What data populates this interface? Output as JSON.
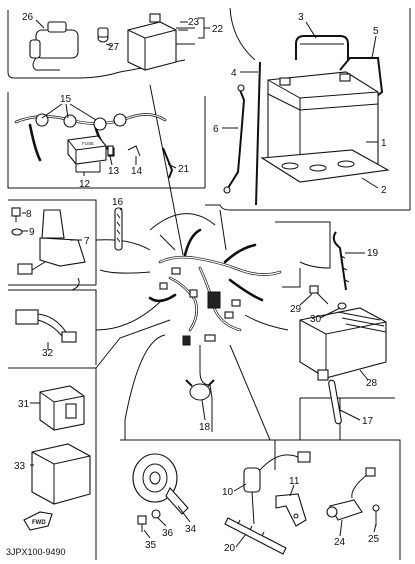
{
  "callouts": {
    "p1": "1",
    "p2": "2",
    "p3": "3",
    "p4": "4",
    "p5": "5",
    "p6": "6",
    "p7": "7",
    "p8": "8",
    "p9": "9",
    "p10": "10",
    "p11": "11",
    "p12": "12",
    "p13": "13",
    "p14": "14",
    "p15": "15",
    "p16": "16",
    "p17": "17",
    "p18": "18",
    "p19": "19",
    "p20": "20",
    "p21": "21",
    "p22": "22",
    "p23": "23",
    "p24": "24",
    "p25": "25",
    "p26": "26",
    "p27": "27",
    "p28": "28",
    "p29": "29",
    "p30": "30",
    "p31": "31",
    "p32": "32",
    "p33": "33",
    "p34": "34",
    "p35": "35",
    "p36": "36"
  },
  "drawing_code": "3JPX100-9490",
  "fwd_marker": "FWD",
  "fuse_label": "FUSE"
}
